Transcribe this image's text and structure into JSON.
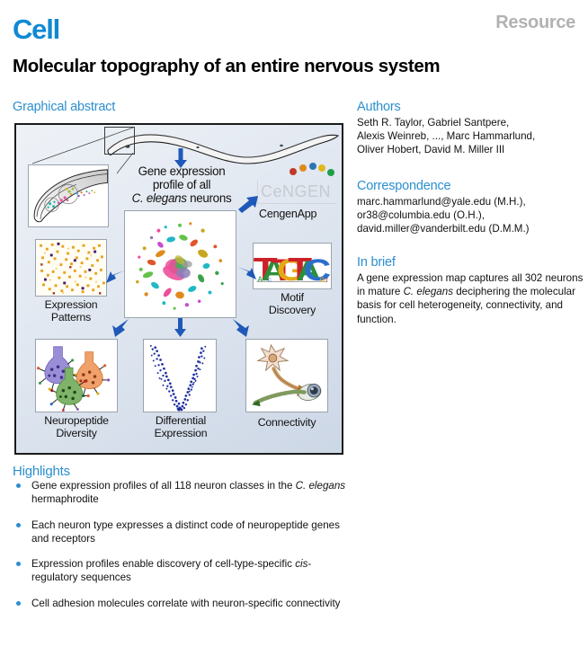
{
  "header": {
    "journal_logo": "Cell",
    "article_type": "Resource",
    "title": "Molecular topography of an entire nervous system"
  },
  "sections": {
    "graphical_abstract_heading": "Graphical abstract",
    "authors_heading": "Authors",
    "correspondence_heading": "Correspondence",
    "in_brief_heading": "In brief",
    "highlights_heading": "Highlights"
  },
  "authors": {
    "line1": "Seth R. Taylor, Gabriel Santpere,",
    "line2": "Alexis Weinreb, ..., Marc Hammarlund,",
    "line3": "Oliver Hobert, David M. Miller III"
  },
  "correspondence": {
    "line1": "marc.hammarlund@yale.edu (M.H.),",
    "line2": "or38@columbia.edu (O.H.),",
    "line3": "david.miller@vanderbilt.edu (D.M.M.)"
  },
  "in_brief": {
    "part1": "A gene expression map captures all 302 neurons in mature ",
    "species": "C. elegans",
    "part2": " deciphering the molecular basis for cell heterogeneity, connectivity, and function."
  },
  "highlights": [
    {
      "part1": "Gene expression profiles of all 118 neuron classes in the ",
      "italic": "C. elegans",
      "part2": " hermaphrodite"
    },
    {
      "part1": "Each neuron type expresses a distinct code of neuropeptide genes and receptors",
      "italic": "",
      "part2": ""
    },
    {
      "part1": "Expression profiles enable discovery of cell-type-specific ",
      "italic": "cis",
      "part2": "-regulatory sequences"
    },
    {
      "part1": "Cell adhesion molecules correlate with neuron-specific connectivity",
      "italic": "",
      "part2": ""
    }
  ],
  "figure": {
    "center_caption": {
      "line1": "Gene expression",
      "line2": "profile of all",
      "line3_italic": "C. elegans",
      "line3_rest": " neurons"
    },
    "cengen_logo_text": "CeNGEN",
    "cengen_app_label": "CengenApp",
    "panels": [
      {
        "id": "expression-patterns",
        "label_line1": "Expression",
        "label_line2": "Patterns"
      },
      {
        "id": "motif-discovery",
        "label_line1": "Motif",
        "label_line2": "Discovery",
        "motif_sequence": "TATGTAC"
      },
      {
        "id": "neuropeptide-diversity",
        "label_line1": "Neuropeptide",
        "label_line2": "Diversity"
      },
      {
        "id": "differential-expression",
        "label_line1": "Differential",
        "label_line2": "Expression"
      },
      {
        "id": "connectivity",
        "label_line1": "Connectivity",
        "label_line2": ""
      }
    ],
    "colors": {
      "accent_blue": "#2b8fce",
      "logo_blue": "#1089d3",
      "arrow_blue": "#1f58b8",
      "resource_gray": "#b2b2b2"
    }
  }
}
